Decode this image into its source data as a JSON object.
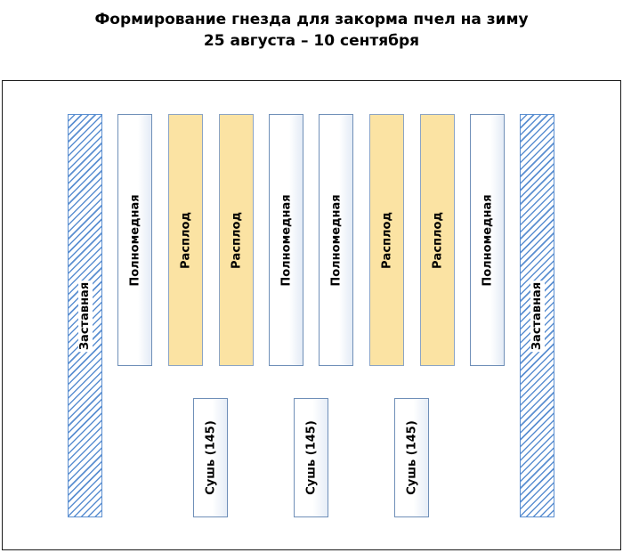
{
  "title": {
    "line1": "Формирование гнезда для закорма пчел на зиму",
    "line2": "25 августа – 10 сентября"
  },
  "frames": {
    "divider_left": "Заставная",
    "honey_1": "Полномедная",
    "brood_1": "Расплод",
    "brood_2": "Расплод",
    "honey_2": "Полномедная",
    "honey_3": "Полномедная",
    "brood_3": "Расплод",
    "brood_4": "Расплод",
    "honey_4": "Полномедная",
    "divider_right": "Заставная",
    "dry_1": "Сушь (145)",
    "dry_2": "Сушь (145)",
    "dry_3": "Сушь (145)"
  },
  "colors": {
    "brood": "#fbe3a3",
    "divider_hatch": "#5b8fd1",
    "frame_border": "#6f8fb8"
  }
}
